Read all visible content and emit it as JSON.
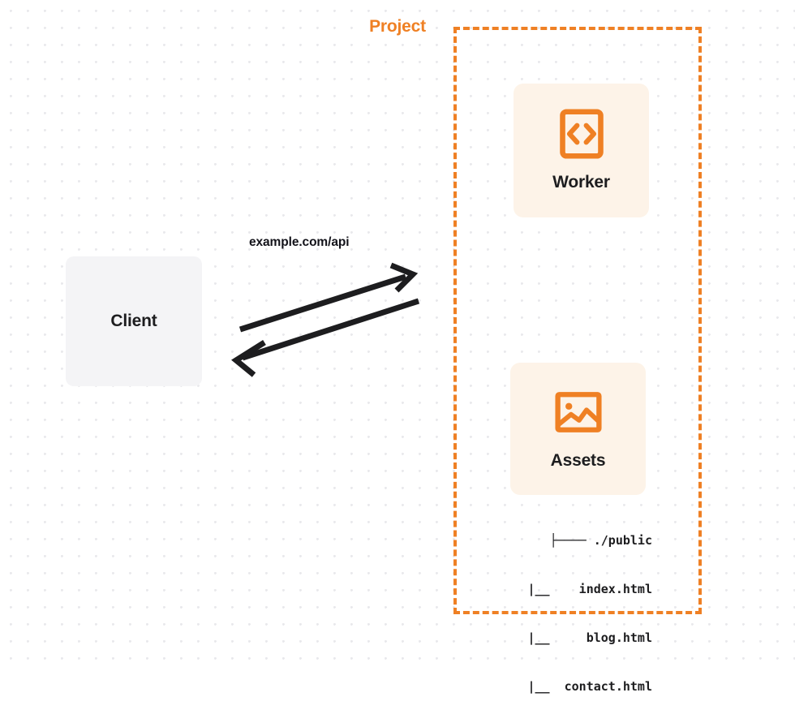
{
  "diagram": {
    "title_visible": false,
    "colors": {
      "accent_orange": "#ef8024",
      "card_background": "#fdf3e8",
      "client_background": "#f4f4f6",
      "text_dark": "#1d1d1f",
      "dot_grid": "#e9e9ec",
      "arrow": "#1d1d1f"
    },
    "client": {
      "label": "Client"
    },
    "connection": {
      "label": "example.com/api",
      "request_arrow": "arrow-right-up",
      "response_arrow": "arrow-left-down"
    },
    "project": {
      "label": "Project",
      "services": [
        {
          "id": "worker",
          "label": "Worker",
          "icon": "code-brackets-icon"
        },
        {
          "id": "assets",
          "label": "Assets",
          "icon": "image-photo-icon"
        }
      ],
      "file_tree": [
        "├──── ./public",
        "    |__    index.html",
        "    |__     blog.html",
        "    |__  contact.html"
      ],
      "file_tree_entries": [
        {
          "branch": "├────",
          "name": "./public"
        },
        {
          "branch": "|__",
          "name": "index.html"
        },
        {
          "branch": "|__",
          "name": "blog.html"
        },
        {
          "branch": "|__",
          "name": "contact.html"
        }
      ]
    }
  }
}
